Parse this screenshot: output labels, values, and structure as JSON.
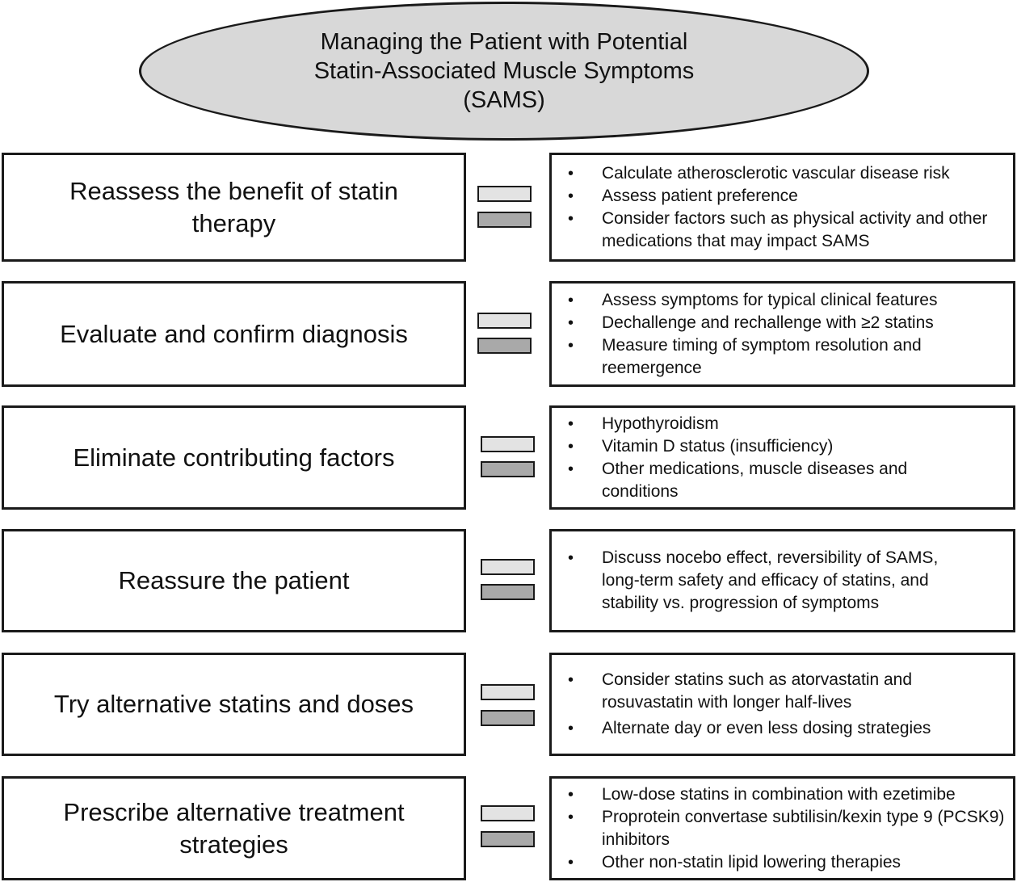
{
  "title": {
    "lines": [
      "Managing the Patient with Potential",
      "Statin-Associated Muscle Symptoms",
      "(SAMS)"
    ]
  },
  "steps": [
    {
      "label": "Reassess the benefit of statin therapy",
      "details": [
        "Calculate atherosclerotic vascular disease risk",
        "Assess patient preference",
        "Consider factors such as physical activity and other medications that may impact SAMS"
      ]
    },
    {
      "label": "Evaluate and confirm diagnosis",
      "details": [
        "Assess symptoms for typical clinical features",
        "Dechallenge and rechallenge with ≥2 statins",
        "Measure timing of symptom resolution and reemergence"
      ]
    },
    {
      "label": "Eliminate contributing factors",
      "details": [
        "Hypothyroidism",
        "Vitamin D status (insufficiency)",
        "Other medications, muscle diseases and conditions"
      ]
    },
    {
      "label": "Reassure the patient",
      "details": [
        "Discuss nocebo effect, reversibility of SAMS, long-term safety and efficacy of statins, and stability vs. progression of symptoms"
      ]
    },
    {
      "label": "Try alternative statins and doses",
      "details": [
        "Consider statins such as atorvastatin and rosuvastatin with longer half-lives",
        "Alternate day or even less dosing strategies"
      ]
    },
    {
      "label": "Prescribe alternative treatment strategies",
      "details": [
        "Low-dose statins in combination with ezetimibe",
        "Proprotein convertase subtilisin/kexin type 9 (PCSK9) inhibitors",
        "Other non-statin lipid lowering therapies"
      ]
    }
  ],
  "bullet_glyph": "•",
  "colors": {
    "ellipse_fill": "#d8d8d8",
    "equals_light": "#e3e3e3",
    "equals_dark": "#a9a9a9",
    "border": "#1a1a1a"
  }
}
